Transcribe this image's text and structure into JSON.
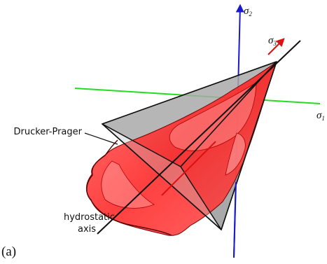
{
  "labels": {
    "sigma1": "σ",
    "sigma1_sub": "1",
    "sigma2": "σ",
    "sigma2_sub": "2",
    "sigma3": "σ",
    "sigma3_sub": "3",
    "drucker_prager": "Drucker-Prager",
    "hydrostatic_line1": "hydrostatic",
    "hydrostatic_line2": "axis",
    "panel": "(a)"
  },
  "colors": {
    "sigma1_axis": "#22dd22",
    "sigma2_axis": "#1a1acc",
    "sigma3_axis": "#dd1111",
    "cone_fill": "#a6a6a6",
    "surface_fill": "#ff2a2a"
  }
}
